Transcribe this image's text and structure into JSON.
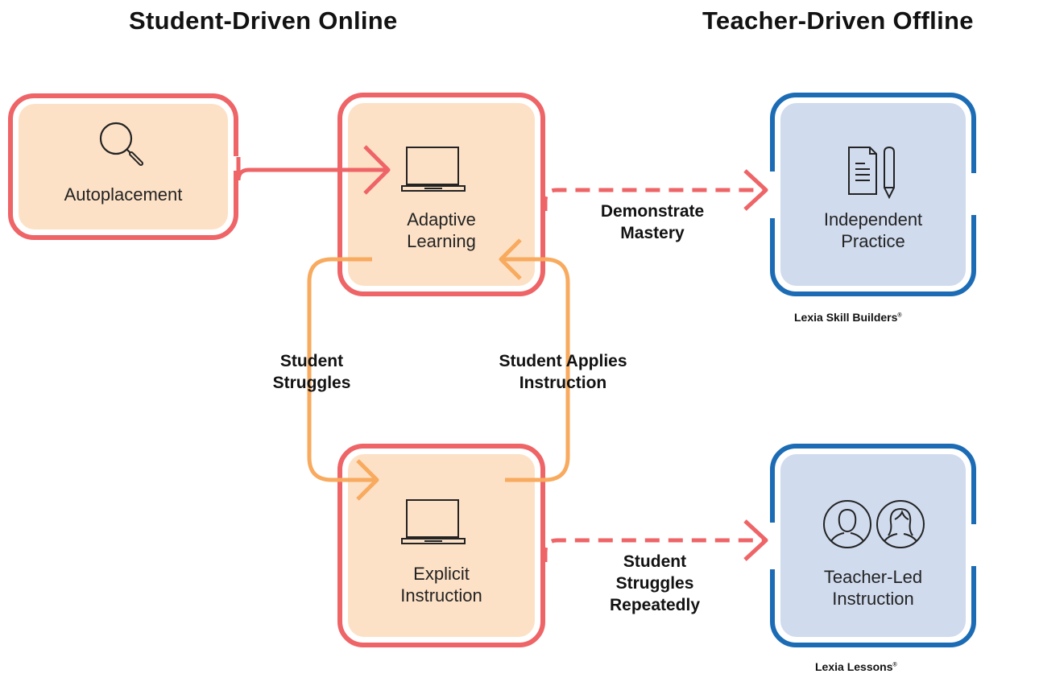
{
  "headings": {
    "online": "Student-Driven Online",
    "offline": "Teacher-Driven Offline"
  },
  "nodes": {
    "autoplacement": {
      "label": "Autoplacement",
      "icon": "magnifier-icon"
    },
    "adaptive": {
      "label": "Adaptive\nLearning",
      "icon": "laptop-icon"
    },
    "explicit": {
      "label": "Explicit\nInstruction",
      "icon": "laptop-icon"
    },
    "independent": {
      "label": "Independent\nPractice",
      "icon": "document-pencil-icon"
    },
    "teacher_led": {
      "label": "Teacher-Led\nInstruction",
      "icon": "two-people-icon"
    }
  },
  "edges": {
    "demonstrate": "Demonstrate\nMastery",
    "struggles": "Student\nStruggles",
    "applies": "Student Applies\nInstruction",
    "repeatedly": "Student\nStruggles\nRepeatedly"
  },
  "captions": {
    "skill_builders": "Lexia Skill Builders",
    "lessons": "Lexia Lessons",
    "registered_mark": "®"
  },
  "colors": {
    "online_border": "#ee6467",
    "offline_border": "#1c6cb5",
    "online_fill": "#fde1c6",
    "offline_fill": "#d0dbee",
    "loop_arrow": "#f8aa5e"
  }
}
